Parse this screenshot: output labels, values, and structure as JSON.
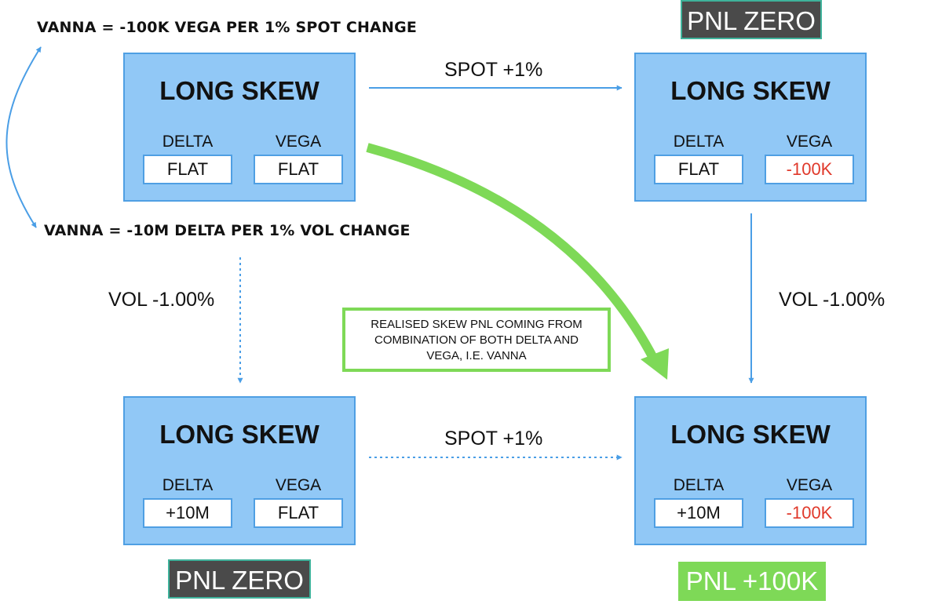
{
  "vanna_top": "VANNA = -100K VEGA PER 1% SPOT CHANGE",
  "vanna_bottom": "VANNA = -10M DELTA PER 1% VOL CHANGE",
  "flows": {
    "spot_top": "SPOT +1%",
    "spot_bottom": "SPOT +1%",
    "vol_left": "VOL -1.00%",
    "vol_right": "VOL -1.00%"
  },
  "boxes": {
    "top_left": {
      "title": "LONG SKEW",
      "delta_label": "DELTA",
      "vega_label": "VEGA",
      "delta_value": "FLAT",
      "vega_value": "FLAT"
    },
    "top_right": {
      "title": "LONG SKEW",
      "delta_label": "DELTA",
      "vega_label": "VEGA",
      "delta_value": "FLAT",
      "vega_value": "-100K"
    },
    "bottom_left": {
      "title": "LONG SKEW",
      "delta_label": "DELTA",
      "vega_label": "VEGA",
      "delta_value": "+10M",
      "vega_value": "FLAT"
    },
    "bottom_right": {
      "title": "LONG SKEW",
      "delta_label": "DELTA",
      "vega_label": "VEGA",
      "delta_value": "+10M",
      "vega_value": "-100K"
    }
  },
  "pnl": {
    "top_right": "PNL ZERO",
    "bottom_left": "PNL ZERO",
    "bottom_right": "PNL +100K"
  },
  "note": {
    "line1": "REALISED SKEW PNL COMING FROM",
    "line2": "COMBINATION OF BOTH DELTA AND",
    "line3": "VEGA, I.E. VANNA"
  },
  "colors": {
    "box_fill": "#91c8f6",
    "box_border": "#4f9fe3",
    "arrow_blue": "#4a9ee6",
    "arrow_green": "#7ed957",
    "negative_value": "#e0392b",
    "pnl_zero_bg": "#4a4a4a",
    "pnl_positive_bg": "#7ed957"
  }
}
